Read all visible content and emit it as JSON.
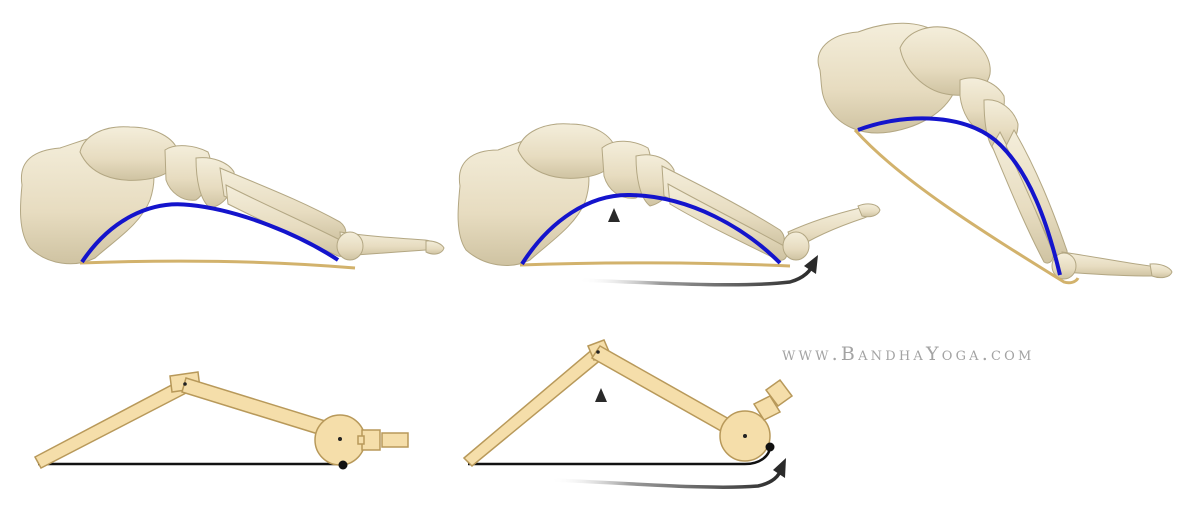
{
  "watermark": {
    "text": "www.BandhaYoga.com"
  },
  "colors": {
    "bone_fill": "#ece3cb",
    "bone_shade": "#c9bd9c",
    "bone_outline": "#b3a783",
    "arch_line": "#1414cc",
    "fascia_line": "#d2b26c",
    "lever_fill": "#f5deaa",
    "lever_stroke": "#b8995a",
    "arrow": "#333333",
    "ground_line": "#111111"
  },
  "panels": [
    {
      "id": "foot-neutral",
      "type": "foot-skeleton"
    },
    {
      "id": "foot-toes-extended",
      "type": "foot-skeleton",
      "arrows": [
        "arch-lift-arrow",
        "toe-extension-arrow"
      ]
    },
    {
      "id": "foot-heel-raised",
      "type": "foot-skeleton"
    },
    {
      "id": "lever-neutral",
      "type": "lever-model"
    },
    {
      "id": "lever-windlass",
      "type": "lever-model",
      "arrows": [
        "arch-lift-arrow",
        "toe-extension-arrow"
      ]
    }
  ]
}
